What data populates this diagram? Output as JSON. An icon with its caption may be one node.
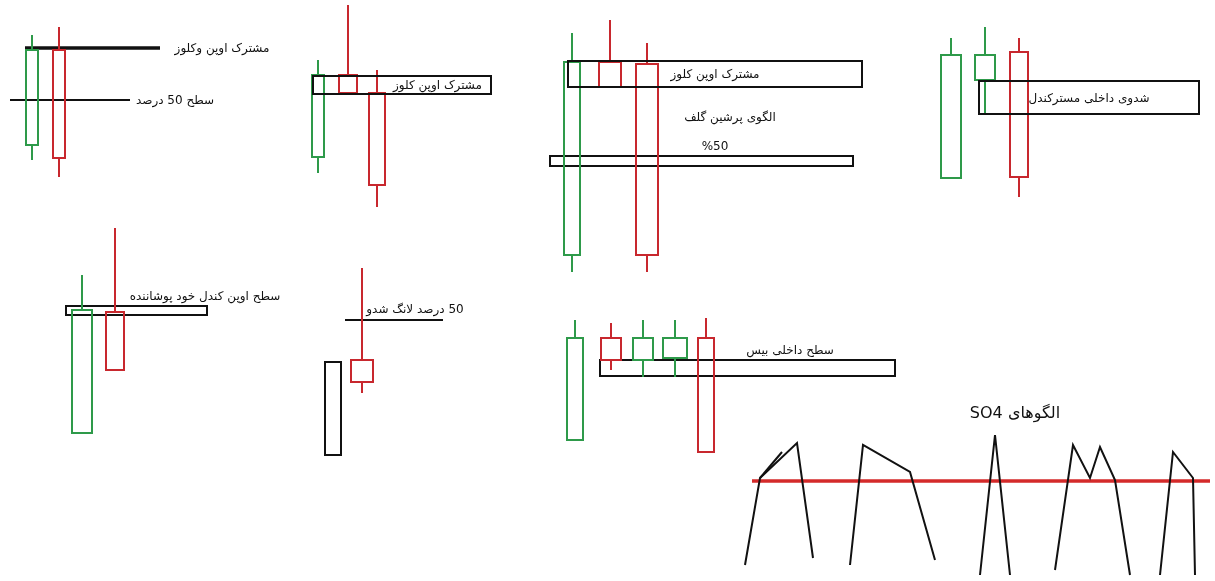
{
  "diagram": {
    "nodes": [
      {
        "text": [
          "مشترک اوپن کلوز"
        ]
      },
      {
        "text": [
          "مشترک اوپن کلوز"
        ]
      },
      {
        "text": [
          "شدوی داخلی مسترکندل"
        ]
      }
    ],
    "labels": [
      "مشترک اوپن وکلوز",
      "سطح 50 درصد",
      "الگوی پرشین گلف",
      "%50",
      "سطح اوپن کندل خود پوشاننده",
      "50 درصد لانگ شدو",
      "سطح داخلی بیس",
      "الگوهای SO4"
    ]
  }
}
